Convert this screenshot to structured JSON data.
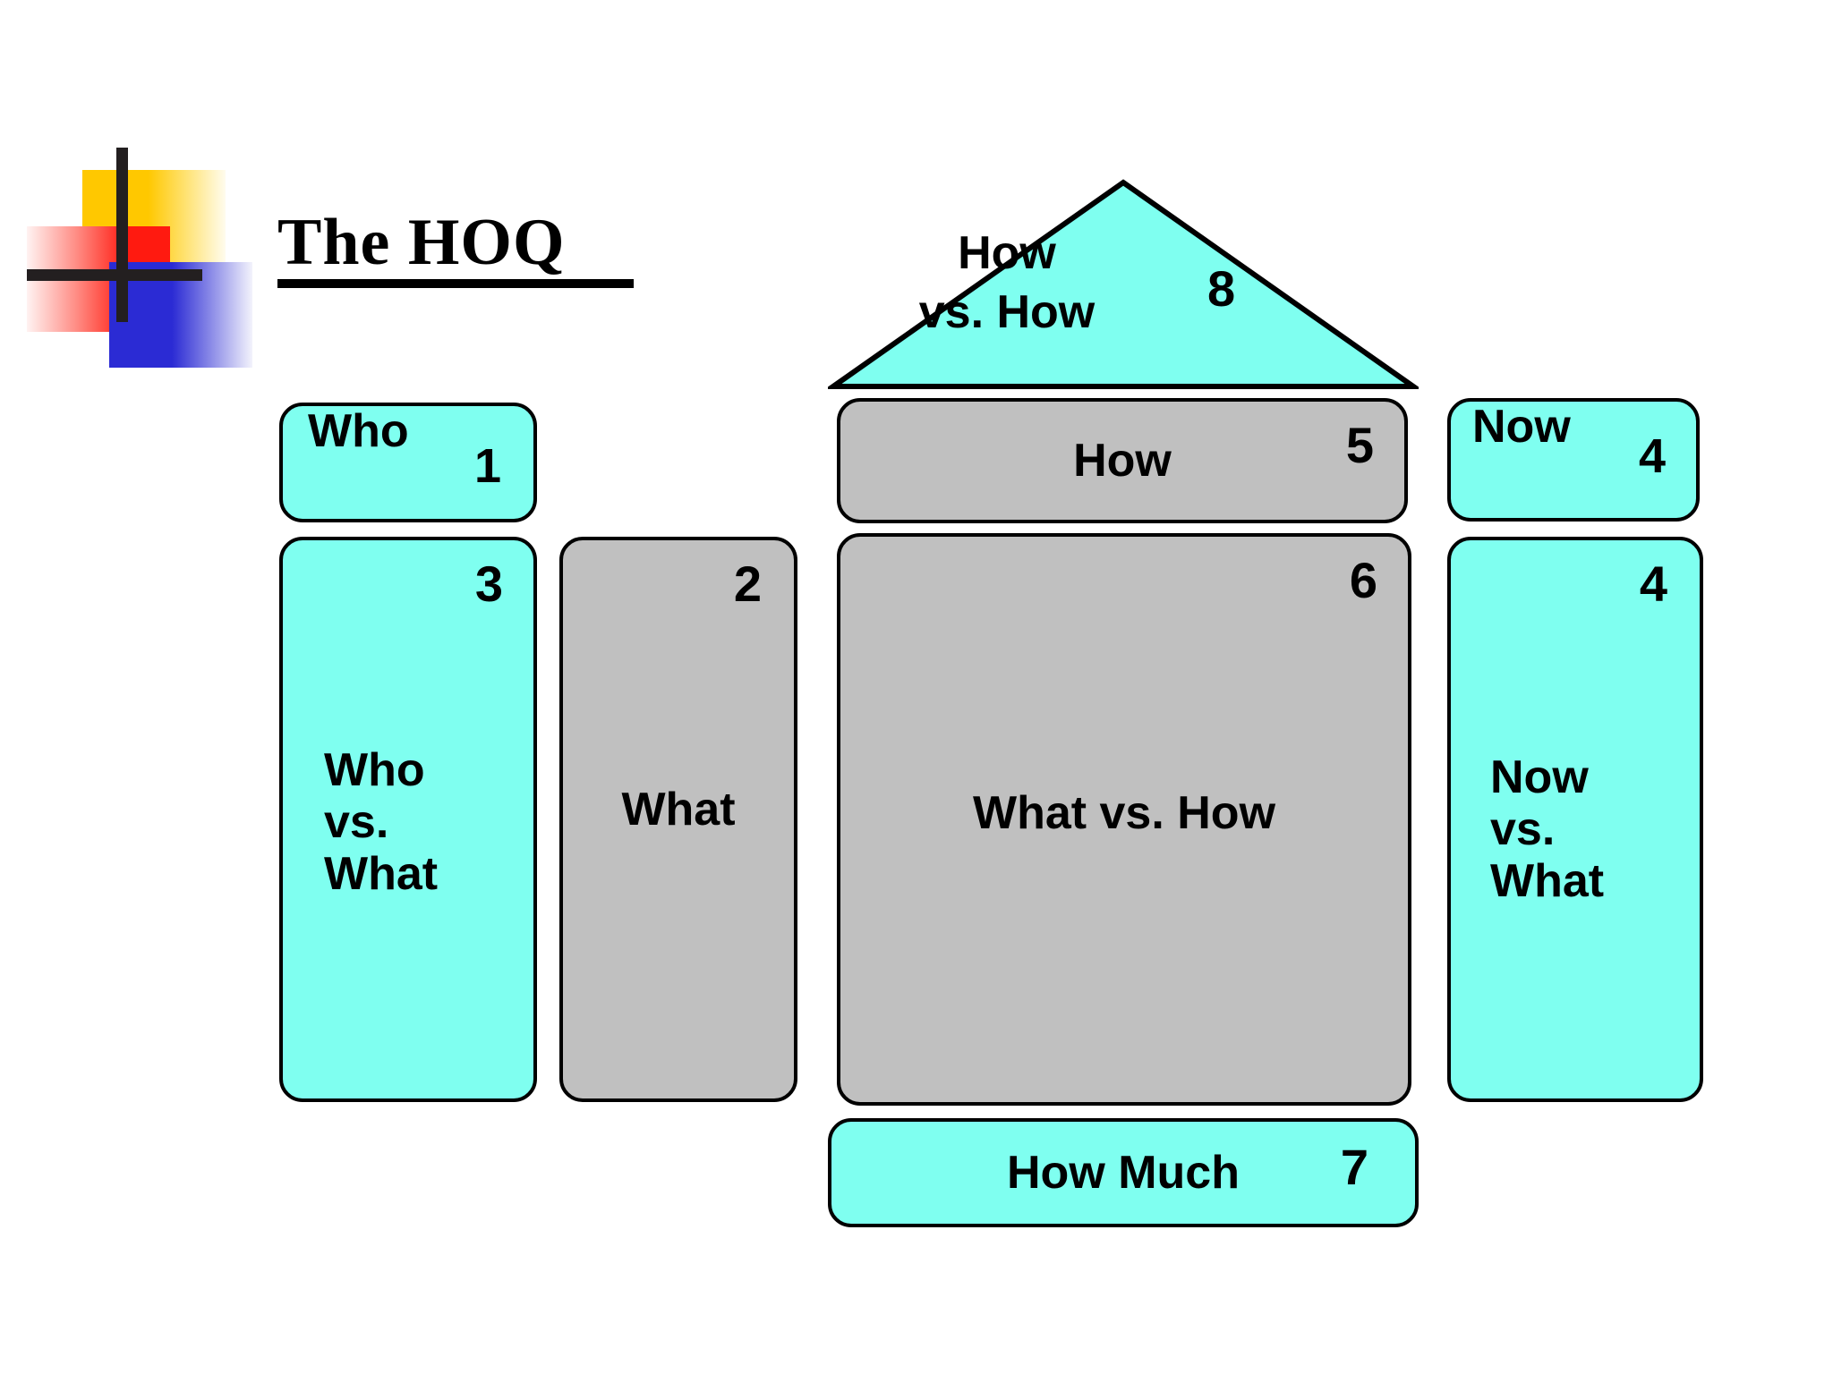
{
  "slide": {
    "title": "The HOQ",
    "background_color": "#FFFFFF"
  },
  "logo": {
    "name": "crosshair-squares-logo",
    "yellow_color": "#FFC800",
    "red_color": "#FF1A10",
    "blue_color": "#2B2BD4",
    "line_color": "#231F20"
  },
  "palette": {
    "cyan": "#7FFFF0",
    "gray": "#C0C0C0",
    "border": "#000000",
    "text": "#000000"
  },
  "diagram": {
    "name": "house-of-quality",
    "roof": {
      "label": "How\nvs. How",
      "number": "8",
      "fill": "#7FFFF0"
    },
    "rooms": [
      {
        "key": "who",
        "label": "Who",
        "number": "1",
        "fill": "#7FFFF0"
      },
      {
        "key": "how",
        "label": "How",
        "number": "5",
        "fill": "#C0C0C0"
      },
      {
        "key": "now",
        "label": "Now",
        "number": "4",
        "fill": "#7FFFF0"
      },
      {
        "key": "whovswhat",
        "label": "Who\nvs.\nWhat",
        "number": "3",
        "fill": "#7FFFF0"
      },
      {
        "key": "what",
        "label": "What",
        "number": "2",
        "fill": "#C0C0C0"
      },
      {
        "key": "whatvshow",
        "label": "What vs. How",
        "number": "6",
        "fill": "#C0C0C0"
      },
      {
        "key": "nowvswhat",
        "label": "Now\nvs.\nWhat",
        "number": "4",
        "fill": "#7FFFF0"
      },
      {
        "key": "howmuch",
        "label": "How Much",
        "number": "7",
        "fill": "#7FFFF0"
      }
    ]
  }
}
